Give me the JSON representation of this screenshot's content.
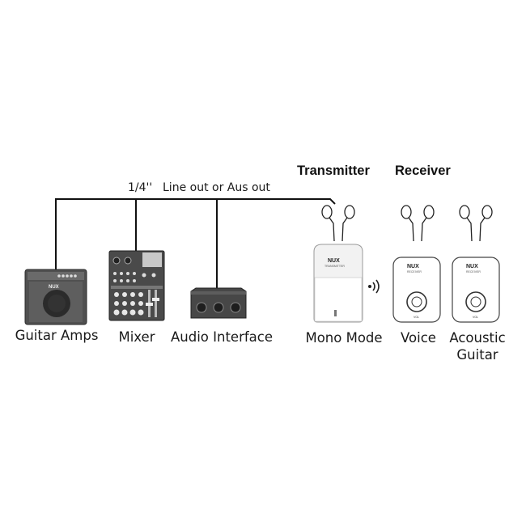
{
  "headers": {
    "transmitter": "Transmitter",
    "receiver": "Receiver"
  },
  "cable": {
    "size": "1/4''",
    "label": "Line out or Aus out"
  },
  "devices": {
    "guitar_amps": "Guitar Amps",
    "mixer": "Mixer",
    "audio_interface": "Audio Interface",
    "mono_mode": "Mono Mode",
    "voice": "Voice",
    "acoustic_guitar_line1": "Acoustic",
    "acoustic_guitar_line2": "Guitar"
  },
  "device_markings": {
    "amp_logo": "NUX",
    "brand": "NUX",
    "transmitter_text": "TRANSMITTER",
    "receiver_text": "RECEIVER",
    "vol": "VOL"
  },
  "colors": {
    "line": "#111111",
    "device_dark": "#3a3a3a",
    "device_light": "#f4f4f4"
  }
}
